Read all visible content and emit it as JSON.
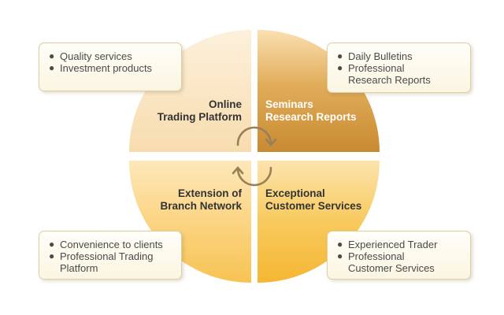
{
  "quadrants": {
    "top_left": {
      "line1": "Online",
      "line2": "Trading Platform"
    },
    "top_right": {
      "line1": "Seminars",
      "line2": "Research Reports"
    },
    "bottom_left": {
      "line1": "Extension of",
      "line2": "Branch Network"
    },
    "bottom_right": {
      "line1": "Exceptional",
      "line2": "Customer Services"
    }
  },
  "callouts": {
    "top_left": [
      "Quality services",
      "Investment products"
    ],
    "top_right": [
      "Daily Bulletins",
      "Professional",
      "Research Reports"
    ],
    "bottom_left": [
      "Convenience to clients",
      "Professional Trading",
      "Platform"
    ],
    "bottom_right": [
      "Experienced Trader",
      "Professional",
      "Customer Services"
    ]
  },
  "colors": {
    "text_dark": "#333333",
    "text_light": "#ffffff",
    "quad_pale": "#fbe4c0",
    "quad_accent": "#d49a3e",
    "quad_bottom": "#f7c04e"
  }
}
